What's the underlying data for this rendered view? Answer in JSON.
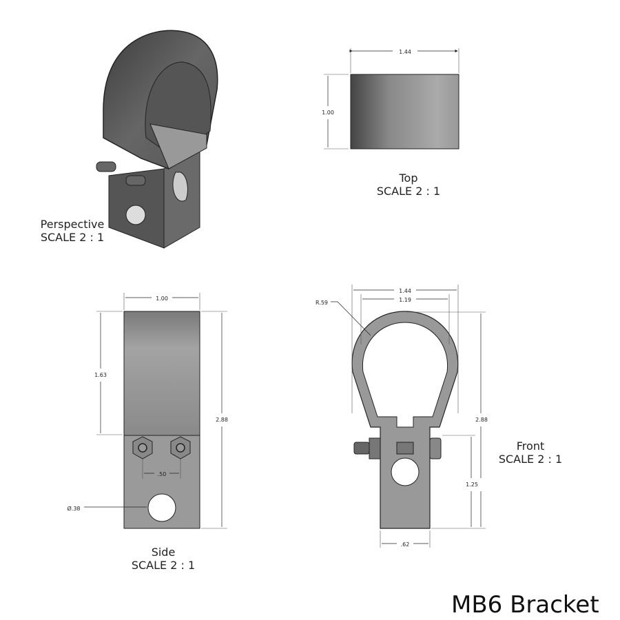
{
  "title": "MB6 Bracket",
  "views": {
    "perspective": {
      "name": "Perspective",
      "scale": "SCALE 2 : 1"
    },
    "top": {
      "name": "Top",
      "scale": "SCALE 2 : 1",
      "dims": {
        "width": "1.44",
        "height": "1.00"
      }
    },
    "side": {
      "name": "Side",
      "scale": "SCALE 2 : 1",
      "dims": {
        "width": "1.00",
        "upper_height": "1.63",
        "total_height": "2.88",
        "bolt_spacing": ".50",
        "hole_diameter": "Ø.38"
      }
    },
    "front": {
      "name": "Front",
      "scale": "SCALE 2 : 1",
      "dims": {
        "outer_width": "1.44",
        "inner_width": "1.19",
        "radius": "R.59",
        "total_height": "2.88",
        "lower_height": "1.25",
        "tab_width": ".62"
      }
    }
  },
  "colors": {
    "part_dark": "#4a4a4a",
    "part_mid": "#8c8c8c",
    "part_light": "#a8a8a8",
    "outline": "#222222",
    "dim_line": "#333333"
  }
}
